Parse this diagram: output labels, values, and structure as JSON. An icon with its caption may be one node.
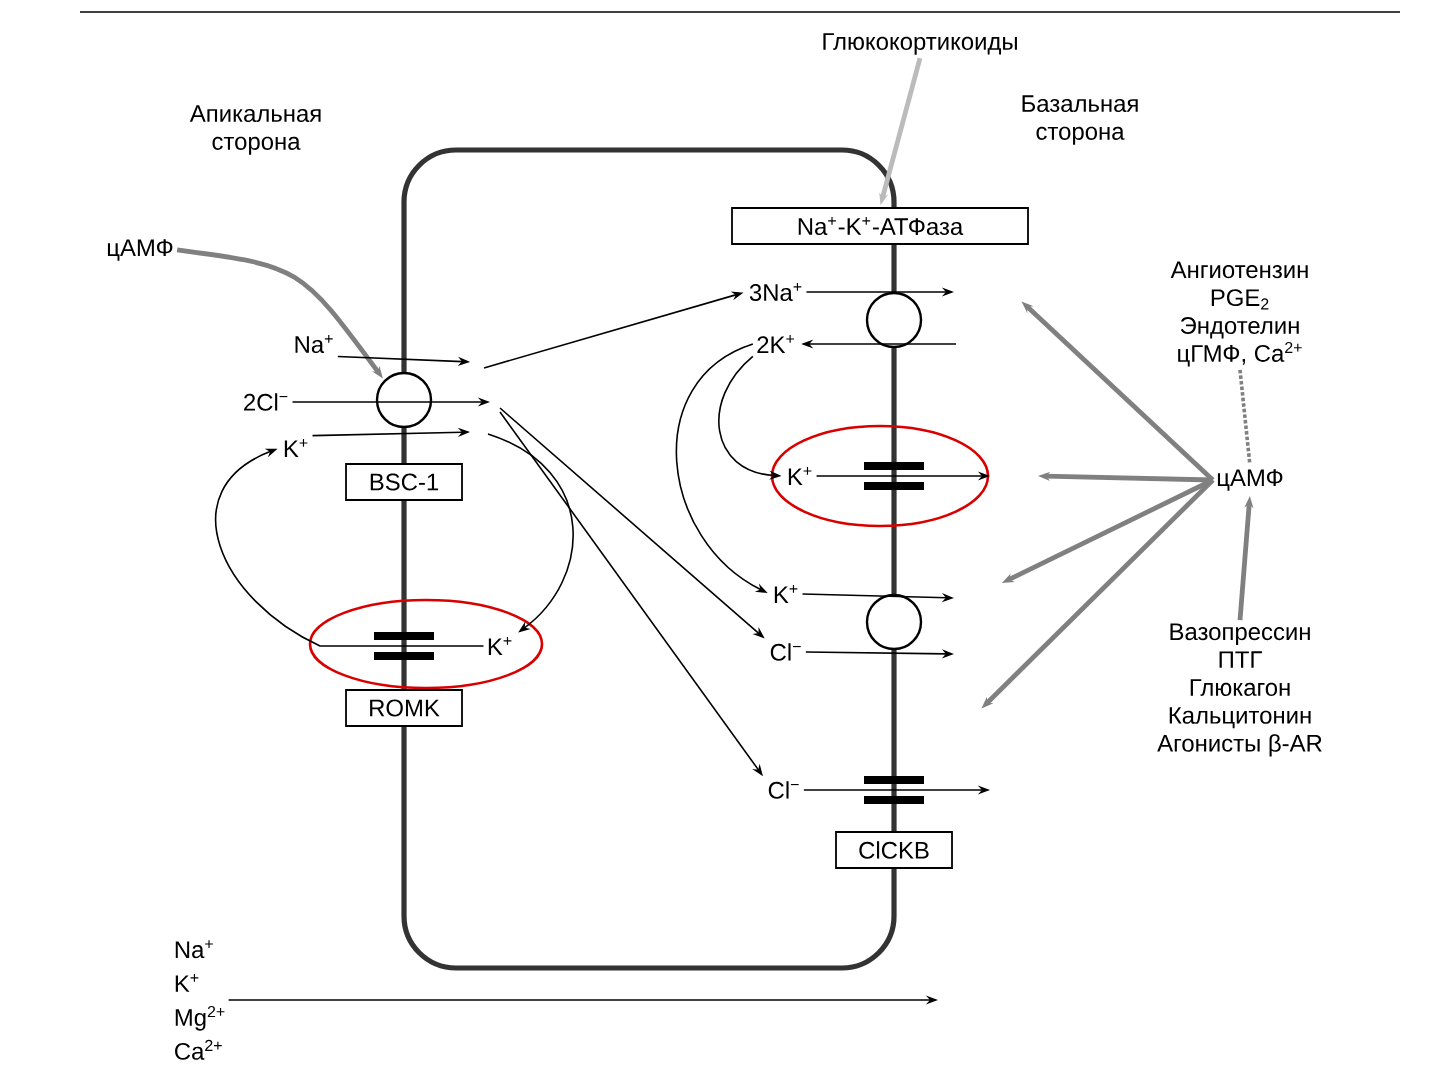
{
  "diagram": {
    "nodes": [
      {
        "text": [
          "Глюкокортикоиды"
        ]
      },
      {
        "text": [
          "Na$^{+}$-K$^{+}$-АТФаза"
        ]
      },
      {
        "text": [
          "цАМФ"
        ]
      },
      {
        "text": [
          "Na$^{+}$"
        ]
      },
      {
        "text": [
          "2Cl$^{−}$"
        ]
      },
      {
        "text": [
          "K$^{+}$"
        ]
      },
      {
        "text": [
          "BSC-1"
        ]
      },
      {
        "text": [],
        "shape": "circle"
      },
      {
        "text": [
          "K$^{+}$"
        ]
      },
      {
        "text": [
          "ROMK"
        ]
      },
      {
        "text": [
          "3Na$^{+}$"
        ]
      },
      {
        "text": [
          "2K$^{+}$"
        ]
      },
      {
        "text": [],
        "shape": "circle"
      },
      {
        "text": [
          "K$^{+}$"
        ]
      },
      {
        "text": [
          "K$^{+}$"
        ]
      },
      {
        "text": [
          "Cl$^{−}$"
        ]
      },
      {
        "text": [],
        "shape": "circle"
      },
      {
        "text": [
          "Cl$^{−}$"
        ]
      },
      {
        "text": [
          "ClCKB"
        ]
      },
      {
        "text": [
          "Ангиотензин",
          "PGE$_{2}$",
          "Эндотелин",
          "цГМФ, Ca$^{2+}$"
        ]
      },
      {
        "text": [
          "цАМФ"
        ]
      },
      {
        "text": [
          "Вазопрессин",
          "ПТГ",
          "Глюкагон",
          "Кальцитонин",
          "Агонисты β-AR"
        ]
      },
      {
        "text": [
          "Na$^{+}$",
          "K$^{+}$",
          "Mg$^{2+}$",
          "Ca$^{2+}$"
        ]
      }
    ],
    "edges": [
      {
        "from": 0,
        "to": 1,
        "arrow": "to",
        "style": "thick",
        "color": "#bbbbbb"
      },
      {
        "from": 2,
        "to": 7,
        "arrow": "to",
        "style": "thick",
        "color": "#808080"
      },
      {
        "from": 3,
        "to": null,
        "arrow": "to"
      },
      {
        "from": 4,
        "to": null,
        "arrow": "to"
      },
      {
        "from": 5,
        "to": null,
        "arrow": "to"
      },
      {
        "from": null,
        "to": 10,
        "arrow": "to"
      },
      {
        "from": null,
        "to": 15,
        "arrow": "to"
      },
      {
        "from": null,
        "to": 17,
        "arrow": "to"
      },
      {
        "from": null,
        "to": 8,
        "arrow": "to"
      },
      {
        "from": 8,
        "to": 5,
        "arrow": "to"
      },
      {
        "from": 10,
        "to": null,
        "arrow": "to"
      },
      {
        "from": null,
        "to": 11,
        "arrow": "to"
      },
      {
        "from": 11,
        "to": 13,
        "arrow": "to"
      },
      {
        "from": 11,
        "to": 14,
        "arrow": "to"
      },
      {
        "from": 13,
        "to": null,
        "arrow": "to"
      },
      {
        "from": 14,
        "to": null,
        "arrow": "to"
      },
      {
        "from": 15,
        "to": null,
        "arrow": "to"
      },
      {
        "from": 17,
        "to": null,
        "arrow": "to"
      },
      {
        "from": 20,
        "to": null,
        "arrow": "to",
        "style": "thick",
        "color": "#808080"
      },
      {
        "from": 20,
        "to": null,
        "arrow": "to",
        "style": "thick",
        "color": "#808080"
      },
      {
        "from": 20,
        "to": null,
        "arrow": "to",
        "style": "thick",
        "color": "#808080"
      },
      {
        "from": 20,
        "to": null,
        "arrow": "to",
        "style": "thick",
        "color": "#808080"
      },
      {
        "from": 19,
        "to": 20,
        "arrow": "none",
        "style": "dashed",
        "color": "#808080"
      },
      {
        "from": 21,
        "to": 20,
        "arrow": "to",
        "style": "thick",
        "color": "#808080"
      },
      {
        "from": 22,
        "to": null,
        "arrow": "to"
      }
    ],
    "labels": [
      "Апикальная сторона",
      "Базальная сторона"
    ]
  }
}
